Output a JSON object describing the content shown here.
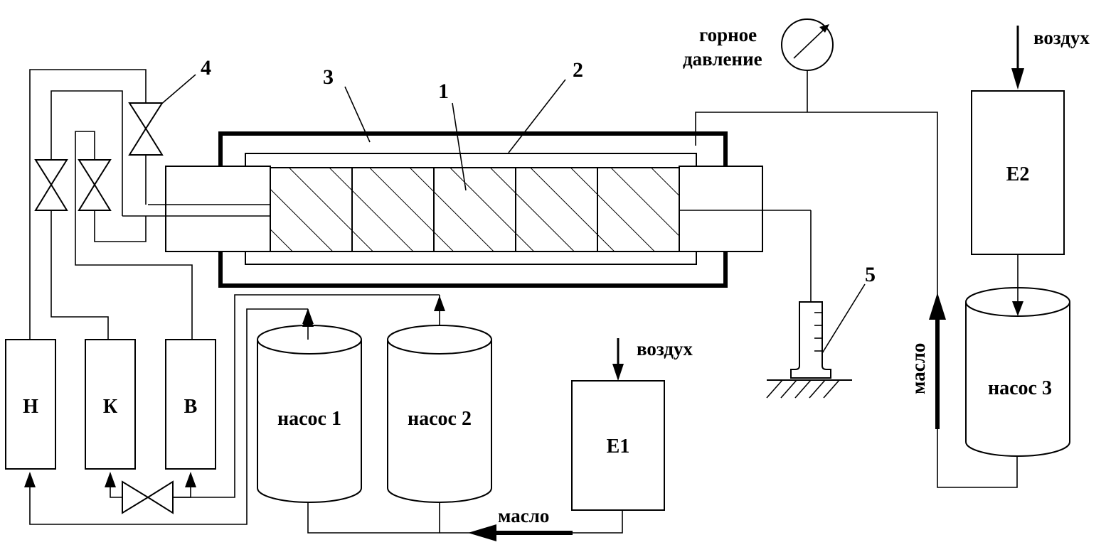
{
  "labels": {
    "core": "1",
    "sleeve": "2",
    "annulus": "3",
    "valve": "4",
    "cylinder": "5",
    "n": "Н",
    "k": "К",
    "v": "В",
    "pump1": "насос 1",
    "pump2": "насос 2",
    "pump3": "насос 3",
    "e1": "Е1",
    "e2": "Е2",
    "air1": "воздух",
    "air2": "воздух",
    "oil1": "масло",
    "oil2": "масло",
    "rock_pressure_line1": "горное",
    "rock_pressure_line2": "давление"
  }
}
